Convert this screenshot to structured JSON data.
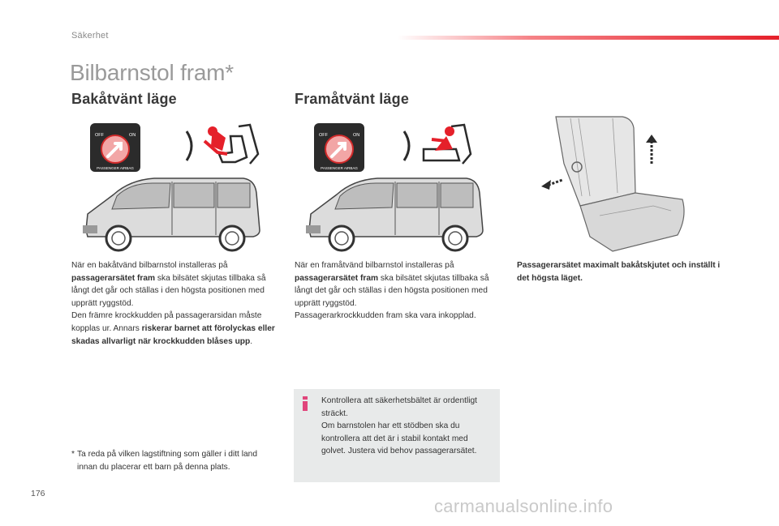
{
  "header": {
    "section": "Säkerhet",
    "title": "Bilbarnstol fram*"
  },
  "left_column": {
    "heading": "Bakåtvänt läge",
    "airbag_label_off": "OFF",
    "airbag_label_on": "ON",
    "airbag_label_text": "PASSENGER AIRBAG",
    "paragraph": {
      "t1": "När en bakåtvänd bilbarnstol installeras på ",
      "b1": "passagerarsätet fram",
      "t2": " ska bilsätet skjutas tillbaka så långt det går och ställas i den högsta positionen med upprätt ryggstöd.",
      "t3": "Den främre krockkudden på passagerarsidan måste kopplas ur. Annars ",
      "b2": "riskerar barnet att förolyckas eller skadas allvarligt när krockkudden blåses upp",
      "t4": "."
    },
    "footnote_mark": "*",
    "footnote": "Ta reda på vilken lagstiftning som gäller i ditt land innan du placerar ett barn på denna plats."
  },
  "middle_column": {
    "heading": "Framåtvänt läge",
    "airbag_label_off": "OFF",
    "airbag_label_on": "ON",
    "airbag_label_text": "PASSENGER AIRBAG",
    "paragraph": {
      "t1": "När en framåtvänd bilbarnstol installeras på ",
      "b1": "passagerarsätet fram",
      "t2": " ska bilsätet skjutas tillbaka så långt det går och ställas i den högsta positionen med upprätt ryggstöd.",
      "t3": "Passagerarkrockkudden fram ska vara inkopplad."
    },
    "info": {
      "line1": "Kontrollera att säkerhetsbältet är ordentligt sträckt.",
      "line2": "Om barnstolen har ett stödben ska du kontrollera att det är i stabil kontakt med golvet. Justera vid behov passagerarsätet."
    }
  },
  "right_column": {
    "caption": "Passagerarsätet maximalt bakåtskjutet och inställt i det högsta läget."
  },
  "footer": {
    "page_number": "176",
    "watermark": "carmanualsonline.info"
  },
  "colors": {
    "accent_red": "#e5202a",
    "heading_gray": "#9a9a9a",
    "info_box_bg": "#e8eaea",
    "info_icon": "#e0457b",
    "airbag_badge_bg": "#2b2b2b"
  }
}
